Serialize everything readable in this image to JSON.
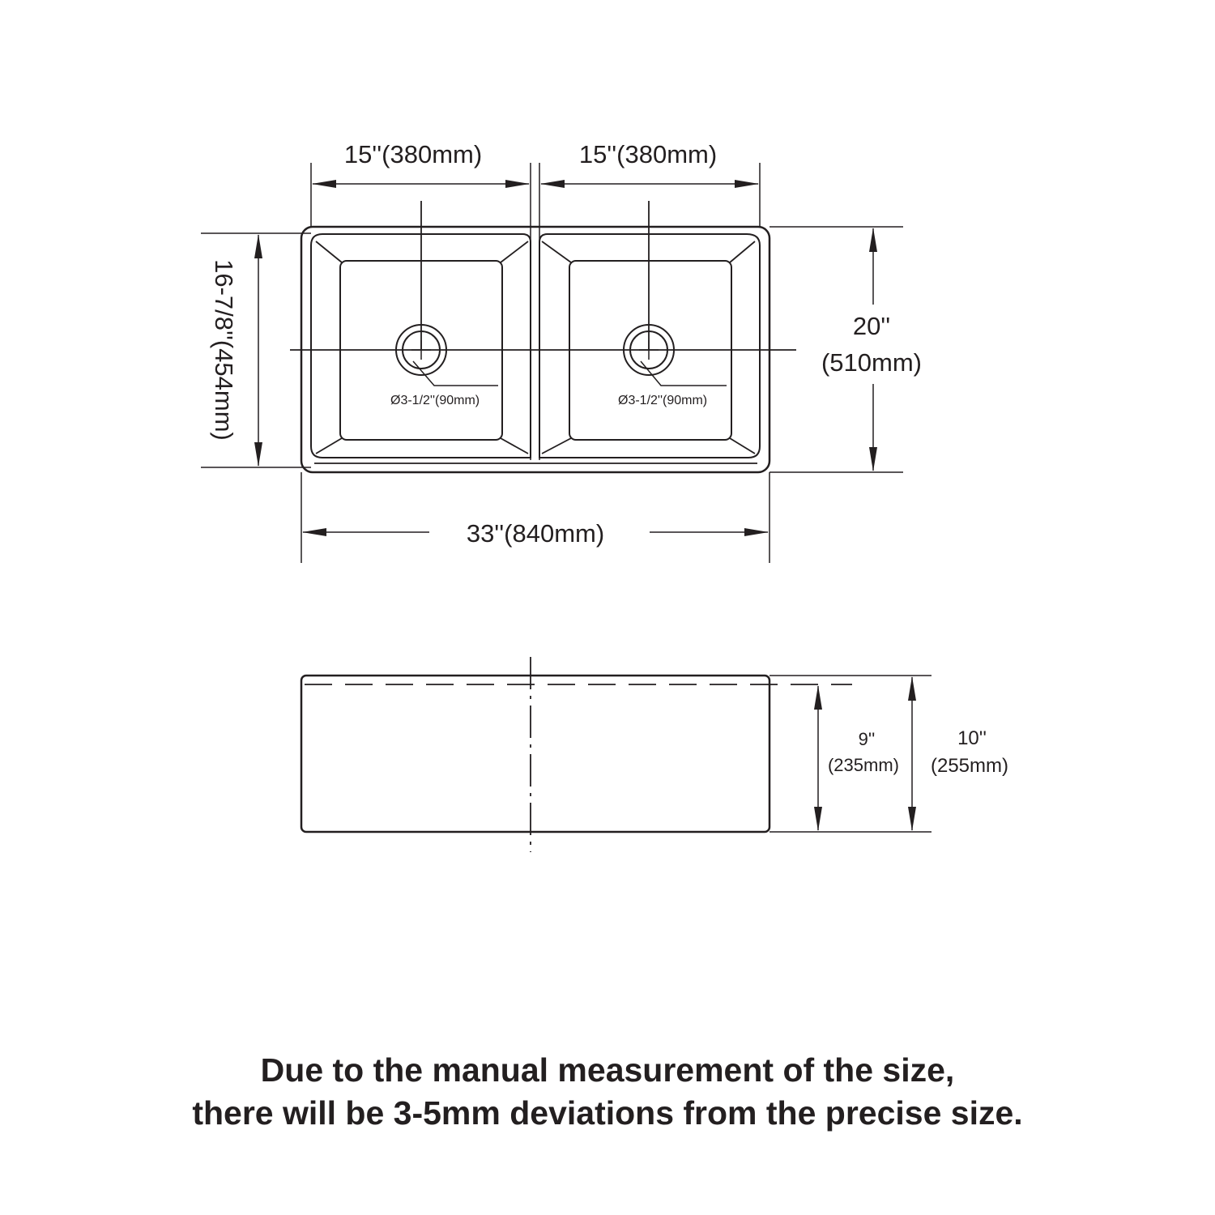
{
  "top_view": {
    "bowl_width_left": "15''(380mm)",
    "bowl_width_right": "15''(380mm)",
    "inner_depth": "16-7/8''(454mm)",
    "overall_depth_in": "20''",
    "overall_depth_mm": "(510mm)",
    "overall_length": "33''(840mm)",
    "drain_left": "Ø3-1/2''(90mm)",
    "drain_right": "Ø3-1/2''(90mm)"
  },
  "front_view": {
    "bowl_depth_in": "9''",
    "bowl_depth_mm": "(235mm)",
    "total_height_in": "10''",
    "total_height_mm": "(255mm)"
  },
  "note": {
    "line1": "Due to the manual measurement of the size,",
    "line2": "there will be 3-5mm deviations from the precise size."
  },
  "colors": {
    "line": "#231f20",
    "background": "#ffffff"
  }
}
